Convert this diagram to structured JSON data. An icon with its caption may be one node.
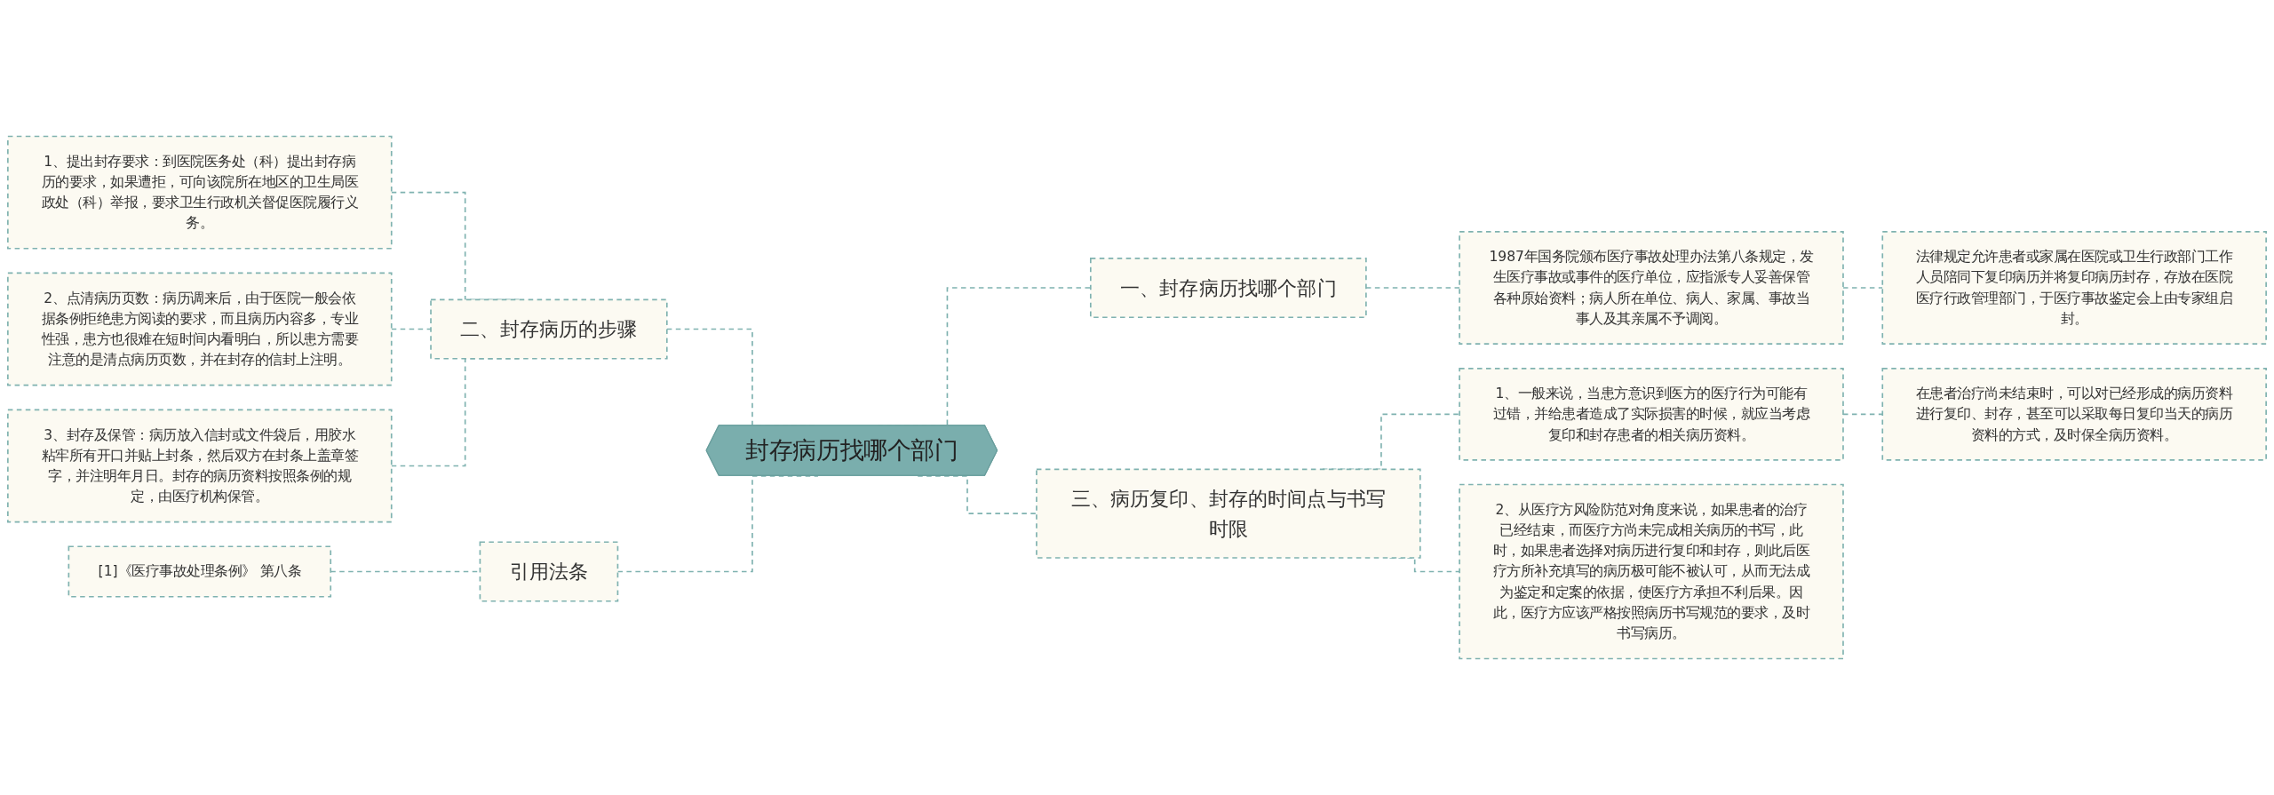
{
  "diagram": {
    "nodes": [
      {
        "text": [
          "封存病历找哪个部门"
        ]
      },
      {
        "text": [
          "一、封存病历找哪个部门"
        ]
      },
      {
        "text": [
          "1987年国务院颁布医疗事故处理办法第八条规定，发生医疗事故或事件的医疗单位，应指派专人妥善保管各种原始资料；病人所在单位、病人、家属、事故当事人及其亲属不予调阅。"
        ]
      },
      {
        "text": [
          "法律规定允许患者或家属在医院或卫生行政部门工作人员陪同下复印病历并将复印病历封存，存放在医院医疗行政管理部门，于医疗事故鉴定会上由专家组启封。"
        ]
      },
      {
        "text": [
          "三、病历复印、封存的时间点与书写时限"
        ]
      },
      {
        "text": [
          "1、一般来说，当患方意识到医方的医疗行为可能有过错，并给患者造成了实际损害的时候，就应当考虑复印和封存患者的相关病历资料。"
        ]
      },
      {
        "text": [
          "在患者治疗尚未结束时，可以对已经形成的病历资料进行复印、封存，甚至可以采取每日复印当天的病历资料的方式，及时保全病历资料。"
        ]
      },
      {
        "text": [
          "2、从医疗方风险防范对角度来说，如果患者的治疗已经结束，而医疗方尚未完成相关病历的书写，此时，如果患者选择对病历进行复印和封存，则此后医疗方所补充填写的病历极可能不被认可，从而无法成为鉴定和定案的依据，使医疗方承担不利后果。因此，医疗方应该严格按照病历书写规范的要求，及时书写病历。"
        ]
      },
      {
        "text": [
          "二、封存病历的步骤"
        ]
      },
      {
        "text": [
          "1、提出封存要求：到医院医务处（科）提出封存病历的要求，如果遭拒，可向该院所在地区的卫生局医政处（科）举报，要求卫生行政机关督促医院履行义务。"
        ]
      },
      {
        "text": [
          "2、点清病历页数：病历调来后，由于医院一般会依据条例拒绝患方阅读的要求，而且病历内容多，专业性强，患方也很难在短时间内看明白，所以患方需要注意的是清点病历页数，并在封存的信封上注明。"
        ]
      },
      {
        "text": [
          "3、封存及保管：病历放入信封或文件袋后，用胶水粘牢所有开口并贴上封条，然后双方在封条上盖章签字，并注明年月日。封存的病历资料按照条例的规定，由医疗机构保管。"
        ]
      },
      {
        "text": [
          "引用法条"
        ]
      },
      {
        "text": [
          "[1]《医疗事故处理条例》 第八条"
        ]
      }
    ],
    "edges": [
      {
        "from": 0,
        "to": 1,
        "arrow": "none",
        "style": "dashed"
      },
      {
        "from": 1,
        "to": 2,
        "arrow": "none",
        "style": "dashed"
      },
      {
        "from": 2,
        "to": 3,
        "arrow": "none",
        "style": "dashed"
      },
      {
        "from": 0,
        "to": 4,
        "arrow": "none",
        "style": "dashed"
      },
      {
        "from": 4,
        "to": 5,
        "arrow": "none",
        "style": "dashed"
      },
      {
        "from": 5,
        "to": 6,
        "arrow": "none",
        "style": "dashed"
      },
      {
        "from": 4,
        "to": 7,
        "arrow": "none",
        "style": "dashed"
      },
      {
        "from": 8,
        "to": 0,
        "arrow": "none",
        "style": "dashed"
      },
      {
        "from": 9,
        "to": 8,
        "arrow": "none",
        "style": "dashed"
      },
      {
        "from": 10,
        "to": 8,
        "arrow": "none",
        "style": "dashed"
      },
      {
        "from": 11,
        "to": 8,
        "arrow": "none",
        "style": "dashed"
      },
      {
        "from": 12,
        "to": 0,
        "arrow": "none",
        "style": "dashed"
      },
      {
        "from": 13,
        "to": 12,
        "arrow": "none",
        "style": "dashed"
      }
    ]
  }
}
